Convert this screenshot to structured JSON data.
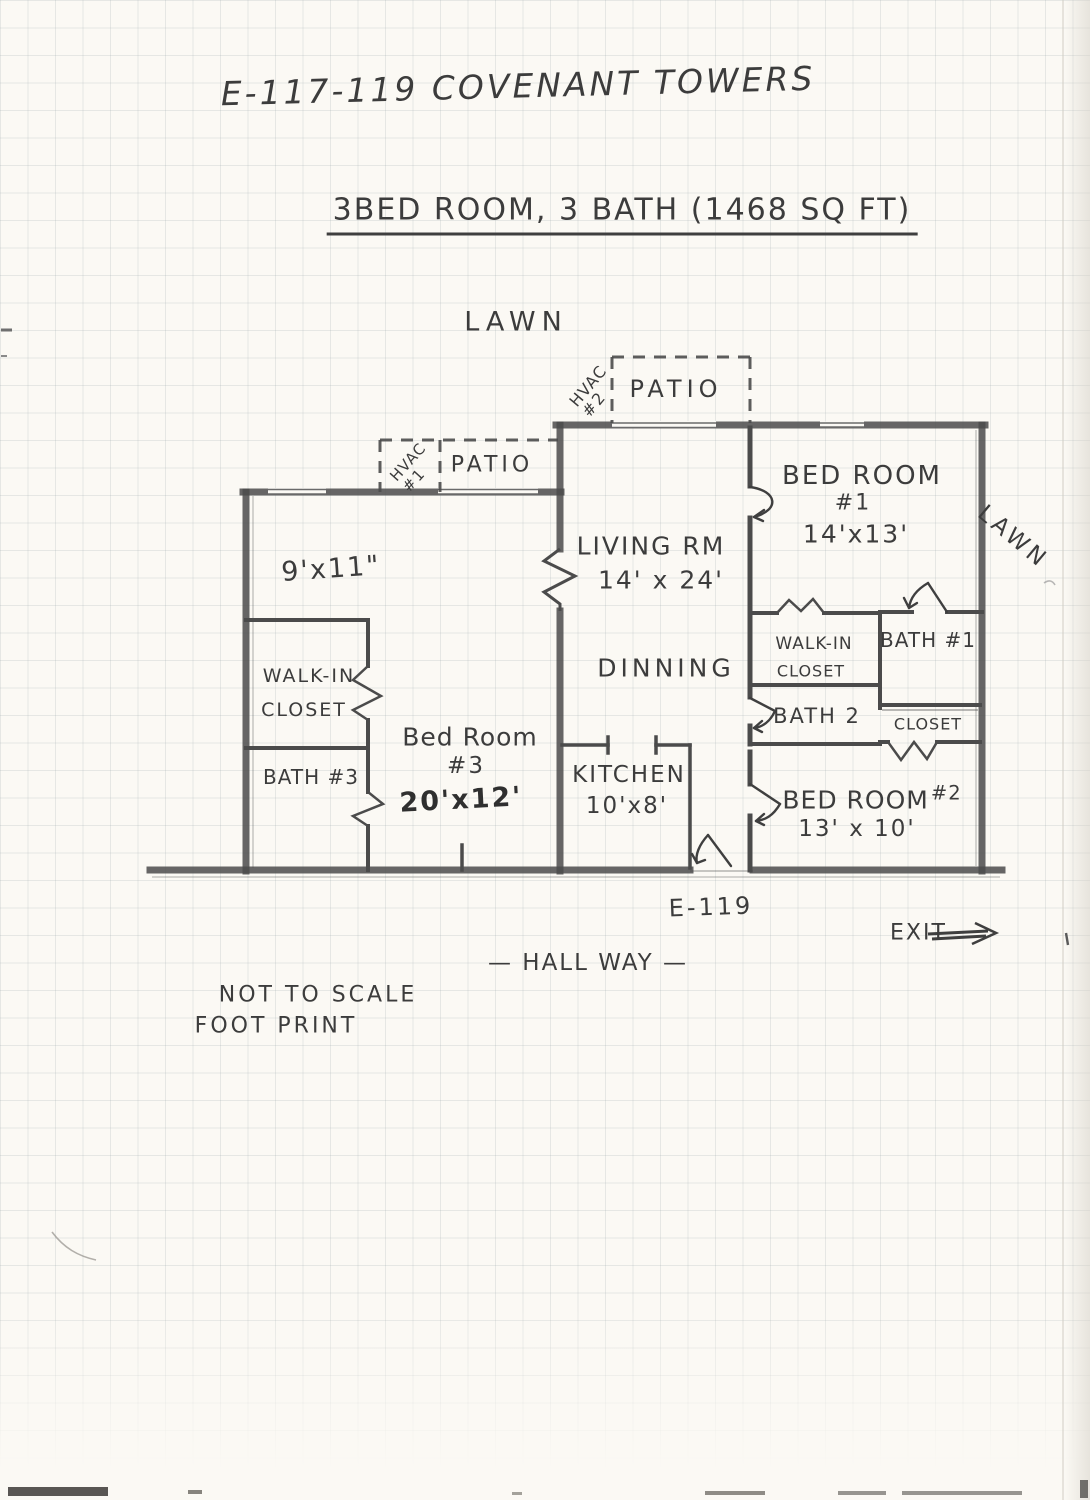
{
  "page": {
    "title": "E-117-119  COVENANT TOWERS",
    "subtitle": "3BED ROOM, 3 BATH (1468 SQ FT)",
    "hallway": "— HALL WAY —",
    "unit": "E-119",
    "exit": {
      "label": "EXIT",
      "arrow_icon": "→"
    },
    "notes": {
      "line1": "NOT TO SCALE",
      "line2": "FOOT PRINT"
    }
  },
  "exterior": {
    "lawn_top": "LAWN",
    "lawn_right": "LAWN",
    "patio_top": {
      "label": "PATIO",
      "hvac_line1": "HVAC",
      "hvac_line2": "#2"
    },
    "patio_left": {
      "label": "PATIO",
      "hvac_line1": "HVAC",
      "hvac_line2": "#1"
    }
  },
  "rooms": {
    "bedroom1": {
      "name": "BED ROOM",
      "number": "#1",
      "dims": "14'x13'"
    },
    "living": {
      "name": "LIVING RM",
      "dims": "14' x 24'"
    },
    "dining": {
      "name": "DINNING"
    },
    "kitchen": {
      "name": "KITCHEN",
      "dims": "10'x8'"
    },
    "bedroom2": {
      "name": "BED ROOM",
      "number": "#2",
      "dims": "13' x 10'"
    },
    "bedroom3": {
      "name": "Bed Room",
      "number": "#3",
      "dims": "20'x12'",
      "area_note": "9'x11\""
    },
    "walkin_left": {
      "line1": "WALK-IN",
      "line2": "CLOSET"
    },
    "bath3": {
      "name": "BATH #3"
    },
    "walkin_right": {
      "line1": "WALK-IN",
      "line2": "CLOSET"
    },
    "bath1": {
      "name": "BATH #1"
    },
    "bath2": {
      "name": "BATH 2"
    },
    "closet": {
      "name": "CLOSET"
    }
  },
  "colors": {
    "pencil": "#4b4b4b",
    "paper": "#fbf9f4",
    "grid": "#d9dee0"
  }
}
